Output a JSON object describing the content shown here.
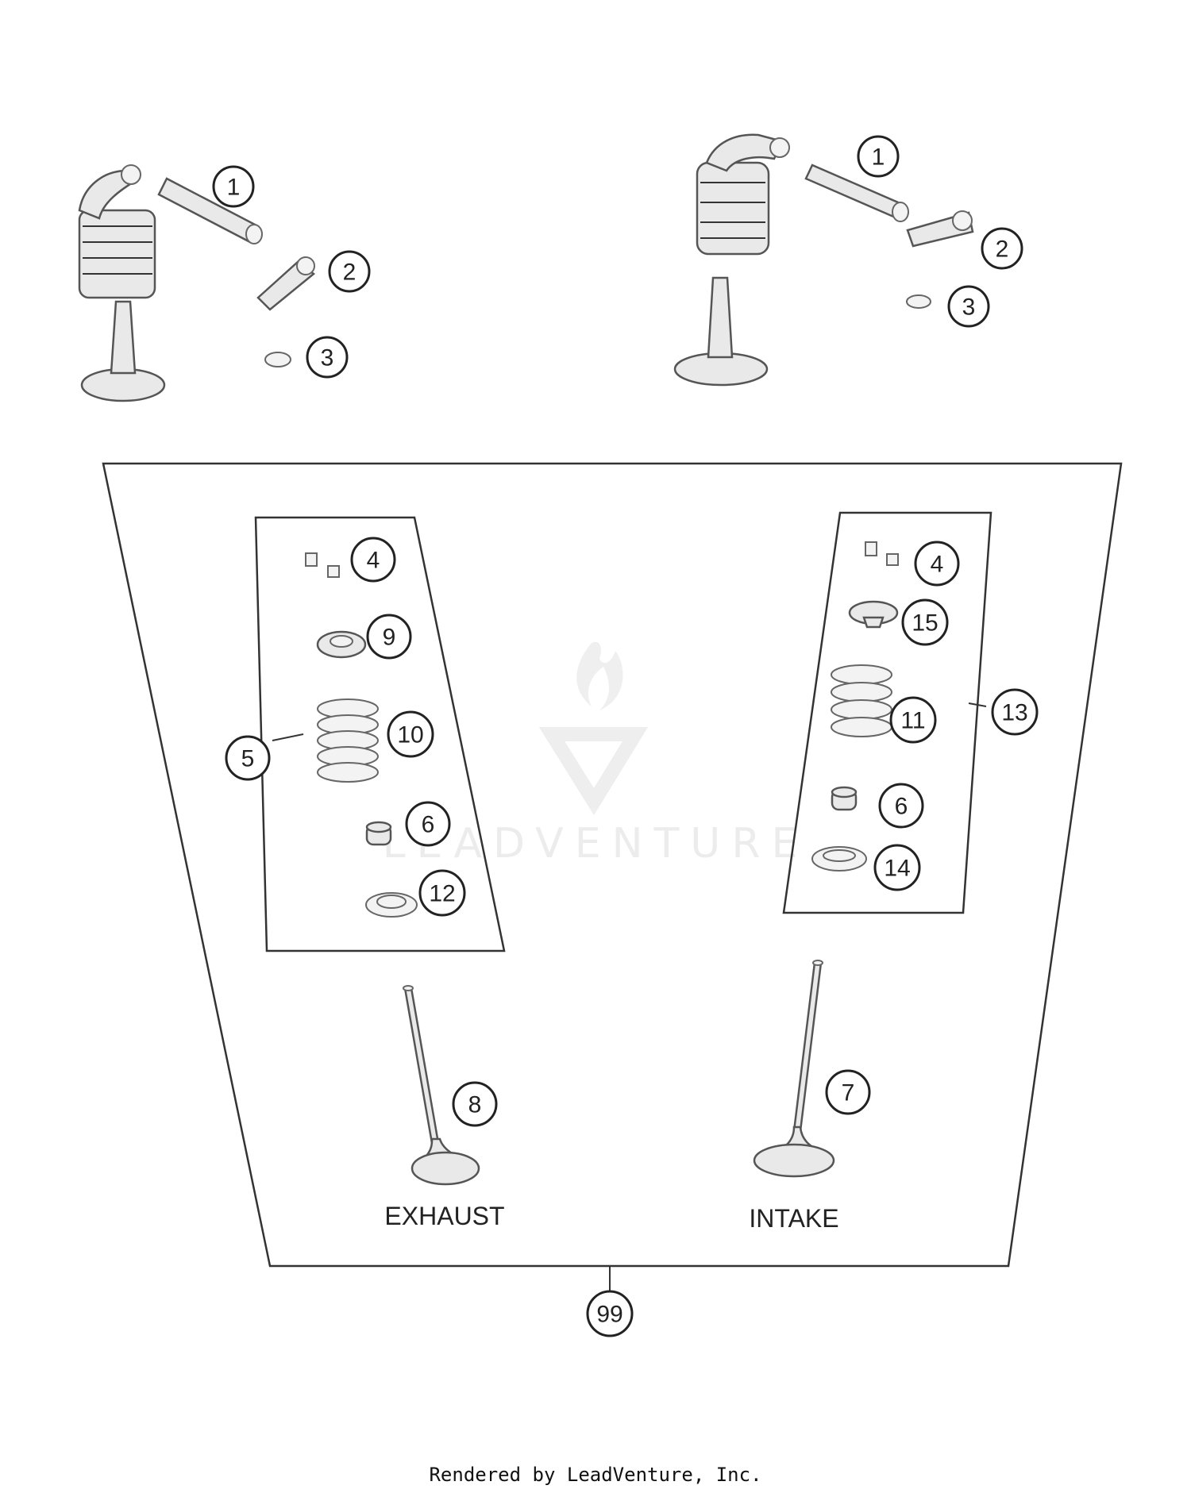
{
  "callouts": {
    "c1_left": "1",
    "c2_left": "2",
    "c3_left": "3",
    "c1_right": "1",
    "c2_right": "2",
    "c3_right": "3",
    "c4_left": "4",
    "c9": "9",
    "c10": "10",
    "c5": "5",
    "c6_left": "6",
    "c12": "12",
    "c4_right": "4",
    "c15": "15",
    "c11": "11",
    "c13": "13",
    "c6_right": "6",
    "c14": "14",
    "c8": "8",
    "c7": "7",
    "c99": "99"
  },
  "labels": {
    "exhaust": "EXHAUST",
    "intake": "INTAKE"
  },
  "watermark": "LEADVENTURE",
  "footer": "Rendered by LeadVenture, Inc."
}
